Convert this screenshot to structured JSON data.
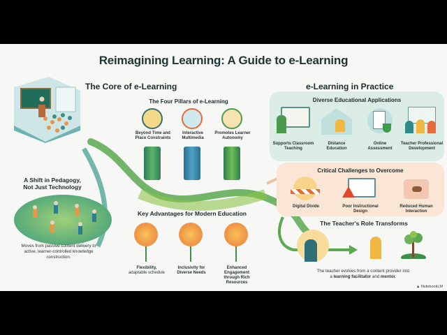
{
  "title": "Reimagining Learning: A Guide to e-Learning",
  "colors": {
    "background": "#f7f8f6",
    "primary_green": "#4c9a4e",
    "teal": "#2e8b87",
    "orange": "#ee7a3a",
    "blue_panel": "#dcede8",
    "peach_panel": "#fbe6d6",
    "text": "#1f2a2a"
  },
  "left": {
    "heading": "The Core of e-Learning",
    "pillars": {
      "heading": "The Four Pillars of e-Learning",
      "items": [
        {
          "label": "Beyond Time and Place Constraints",
          "icon": "clock-globe-icon"
        },
        {
          "label": "Interactive Multimedia",
          "icon": "multimedia-touch-icon"
        },
        {
          "label": "Promotes Learner Autonomy",
          "icon": "learner-compass-icon"
        }
      ]
    },
    "pedagogy": {
      "heading_line1": "A Shift in Pedagogy,",
      "heading_line2": "Not Just Technology",
      "desc_line1": "Moves from passive content delivery to",
      "desc_line2": "active, learner-controlled knowledge",
      "desc_line3": "construction."
    },
    "advantages": {
      "heading": "Key Advantages for Modern Education",
      "items": [
        {
          "line1": "Flexibility,",
          "line2": "adaptable schedule",
          "icon": "flower-clock-icon"
        },
        {
          "line1": "Inclusivity for",
          "line2": "Diverse Needs",
          "icon": "flower-people-icon"
        },
        {
          "line1": "Enhanced Engagement",
          "line2": "through Rich Resources",
          "icon": "flower-media-icon"
        }
      ]
    }
  },
  "right": {
    "heading": "e-Learning in Practice",
    "applications": {
      "heading": "Diverse Educational Applications",
      "items": [
        {
          "line1": "Supports Classroom",
          "line2": "Teaching",
          "icon": "classroom-teacher-icon"
        },
        {
          "line1": "Distance",
          "line2": "Education",
          "icon": "home-laptop-icon"
        },
        {
          "line1": "Online",
          "line2": "Assessment",
          "icon": "checklist-shield-icon"
        },
        {
          "line1": "Teacher Professional",
          "line2": "Development",
          "icon": "teacher-group-icon"
        }
      ]
    },
    "challenges": {
      "heading": "Critical Challenges to Overcome",
      "items": [
        {
          "line1": "Digital Divide",
          "line2": "",
          "icon": "wifi-barrier-icon"
        },
        {
          "line1": "Poor Instructional",
          "line2": "Design",
          "icon": "warning-screen-icon"
        },
        {
          "line1": "Reduced Human",
          "line2": "Interaction",
          "icon": "handshake-barrier-icon"
        }
      ]
    },
    "teacher_role": {
      "heading": "The Teacher's Role Transforms",
      "desc_line1": "The teacher evolves from a content provider into",
      "desc_line2_prefix": "a ",
      "desc_bold1": "learning facilitator",
      "desc_mid": " and ",
      "desc_bold2": "mentor",
      "desc_end": "."
    }
  },
  "footer": {
    "brand": "NotebookLM"
  }
}
